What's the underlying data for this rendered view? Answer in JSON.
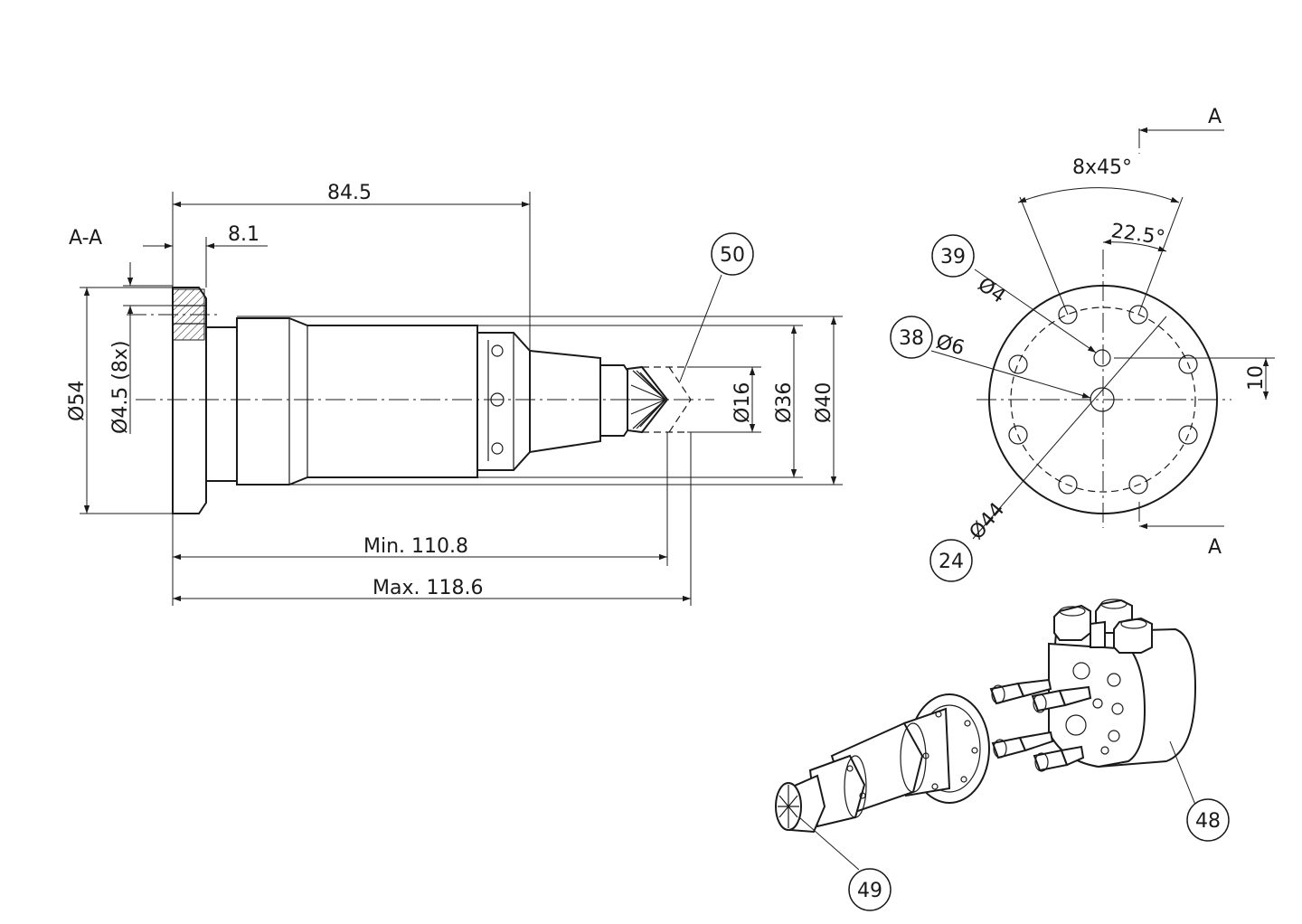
{
  "section_view": {
    "section_label": "A-A",
    "dims": {
      "total_length_to_flange": "84.5",
      "flange_thickness": "8.1",
      "flange_diameter": "Ø54",
      "bolt_holes": "Ø4.5 (8x)",
      "spline_diameter": "Ø16",
      "body_diameter": "Ø36",
      "max_diameter": "Ø40",
      "min_length": "Min. 110.8",
      "max_length": "Max. 118.6"
    },
    "callout": "50"
  },
  "flange_view": {
    "section_marks": [
      "A",
      "A"
    ],
    "angles": {
      "pattern": "8x45°",
      "offset": "22.5°"
    },
    "dims": {
      "pilot_hole": "Ø4",
      "center_hole": "Ø6",
      "bolt_circle": "Ø44",
      "offset": "10"
    },
    "callouts": [
      "39",
      "38",
      "24"
    ]
  },
  "iso_view": {
    "callouts": [
      "48",
      "49"
    ]
  }
}
